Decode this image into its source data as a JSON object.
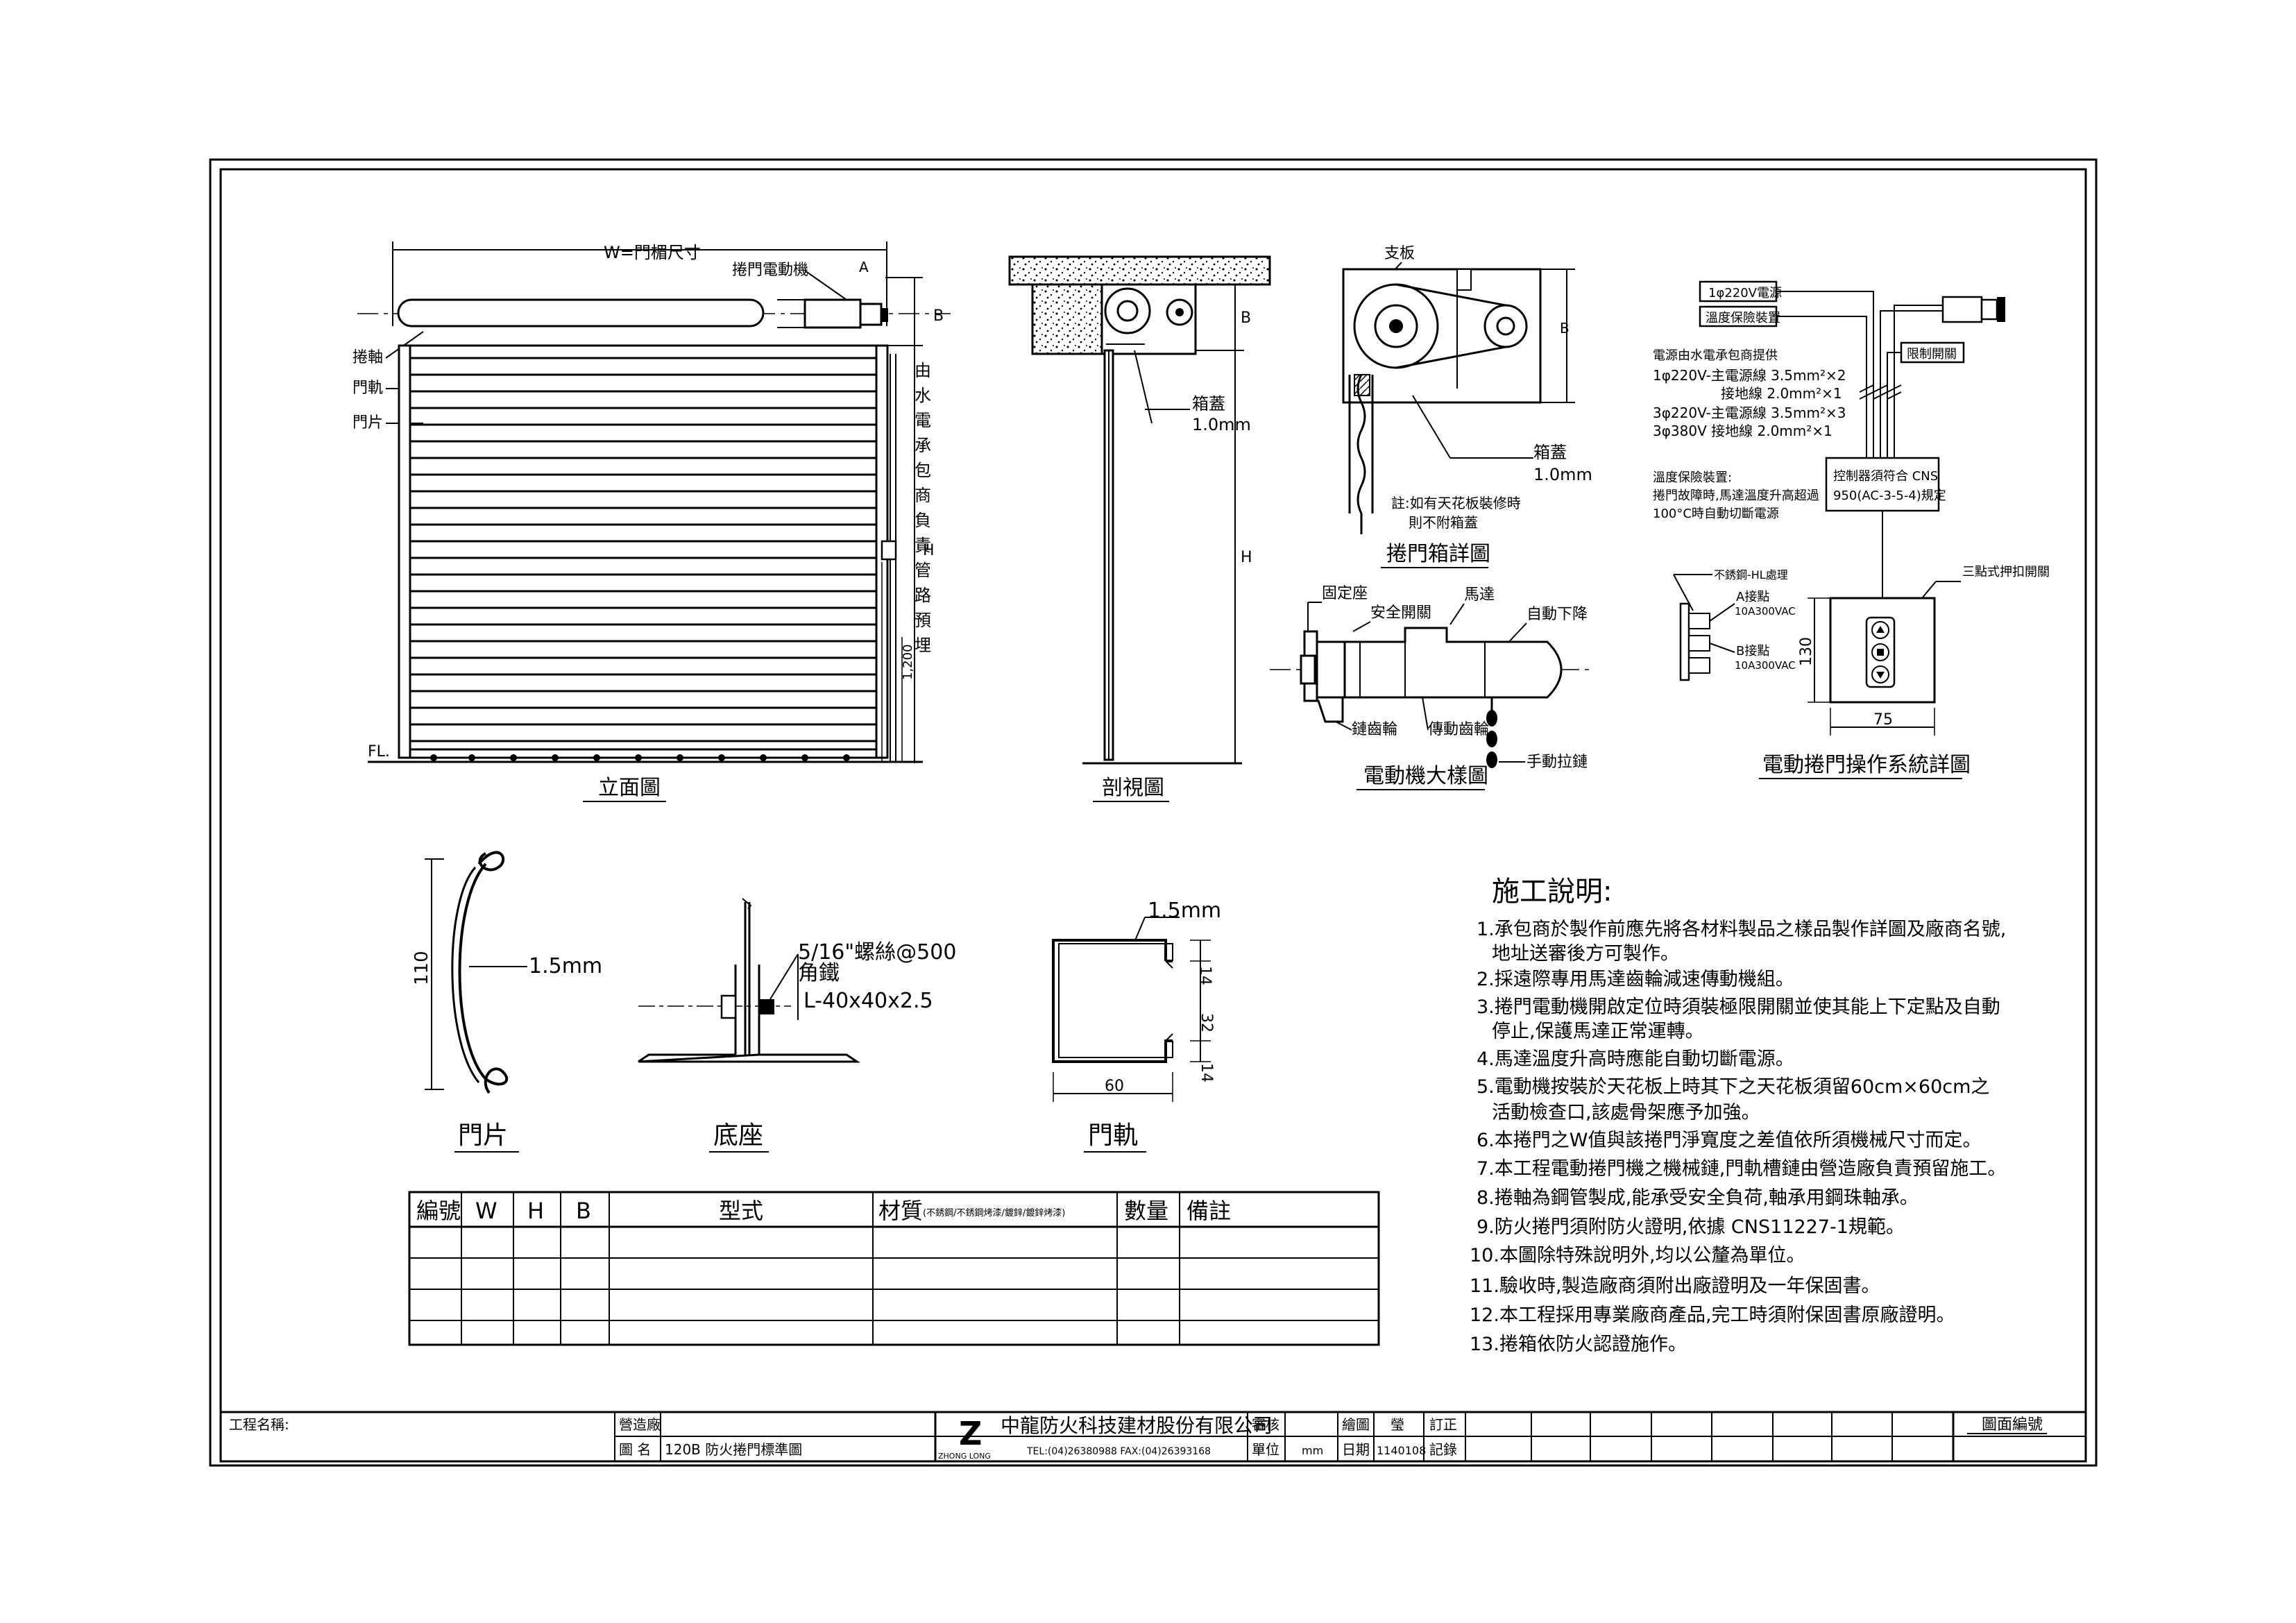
{
  "elevation": {
    "width_label": "W=門楣尺寸",
    "motor_label": "捲門電動機",
    "dim_a": "A",
    "dim_b": "B",
    "dim_h": "H",
    "shaft_label": "捲軸",
    "rail_label": "門軌",
    "slat_label": "門片",
    "fl_label": "FL.",
    "conduit_note": [
      "由",
      "水",
      "電",
      "承",
      "包",
      "商",
      "負",
      "責",
      "管",
      "路",
      "預",
      "埋"
    ],
    "dim_1200": "1,200",
    "title": "立面圖"
  },
  "section": {
    "dim_b": "B",
    "dim_h": "H",
    "cover_label": "箱蓋",
    "cover_thk": "1.0mm",
    "title": "剖視圖"
  },
  "box_detail": {
    "bracket_label": "支板",
    "dim_b": "B",
    "cover_label": "箱蓋",
    "cover_thk": "1.0mm",
    "note_line1": "註:如有天花板裝修時",
    "note_line2": "則不附箱蓋",
    "title": "捲門箱詳圖"
  },
  "motor_detail": {
    "fixed_seat": "固定座",
    "safety_switch": "安全開關",
    "motor": "馬達",
    "auto_descent": "自動下降",
    "sprocket": "鏈齒輪",
    "drive_gear": "傳動齒輪",
    "manual_chain": "手動拉鏈",
    "title": "電動機大樣圖"
  },
  "control_detail": {
    "power_1phase": "1φ220V電源",
    "temp_device": "溫度保險裝置",
    "limit_switch": "限制開關",
    "power_note": "電源由水電承包商提供",
    "spec_line1_a": "1φ220V-主電源線 3.5mm²×2",
    "spec_line1_b": "接地線 2.0mm²×1",
    "spec_line2_a": "3φ220V-主電源線 3.5mm²×3",
    "spec_line2_b": "3φ380V   接地線 2.0mm²×1",
    "temp_title": "溫度保險裝置:",
    "temp_line1": "捲門故障時,馬達溫度升高超過",
    "temp_line2": "100°C時自動切斷電源",
    "control_box_line1": "控制器須符合 CNS",
    "control_box_line2": "950(AC-3-5-4)規定",
    "stainless_label": "不銹鋼-HL處理",
    "contact_a": "A接點",
    "contact_a_rating": "10A300VAC",
    "contact_b": "B接點",
    "contact_b_rating": "10A300VAC",
    "three_switch": "三點式押扣開關",
    "dim_130": "130",
    "dim_75": "75",
    "title": "電動捲門操作系統詳圖"
  },
  "slat_detail": {
    "dim_110": "110",
    "thk": "1.5mm",
    "title": "門片"
  },
  "base_detail": {
    "screw": "5/16\"螺絲@500",
    "angle": "角鐵",
    "angle_spec": "L-40x40x2.5",
    "title": "底座"
  },
  "rail_detail": {
    "thk": "1.5mm",
    "dim_14a": "14",
    "dim_32": "32",
    "dim_14b": "14",
    "dim_60": "60",
    "title": "門軌"
  },
  "schedule": {
    "headers": [
      "編號",
      "W",
      "H",
      "B",
      "型式",
      "材質",
      "數量",
      "備註"
    ],
    "material_note": "(不銹鋼/不銹鋼烤漆/鍍鋅/鍍鋅烤漆)"
  },
  "notes": {
    "title": "施工說明:",
    "items": [
      "1.承包商於製作前應先將各材料製品之樣品製作詳圖及廠商名號,",
      "地址送審後方可製作。",
      "2.採遠際專用馬達齒輪減速傳動機組。",
      "3.捲門電動機開啟定位時須裝極限開關並使其能上下定點及自動",
      "停止,保護馬達正常運轉。",
      "4.馬達溫度升高時應能自動切斷電源。",
      "5.電動機按裝於天花板上時其下之天花板須留60cm×60cm之",
      "活動檢查口,該處骨架應予加強。",
      "6.本捲門之W值與該捲門淨寬度之差值依所須機械尺寸而定。",
      "7.本工程電動捲門機之機械鏈,門軌槽鏈由營造廠負責預留施工。",
      "8.捲軸為鋼管製成,能承受安全負荷,軸承用鋼珠軸承。",
      "9.防火捲門須附防火證明,依據 CNS11227-1規範。",
      "10.本圖除特殊說明外,均以公釐為單位。",
      "11.驗收時,製造廠商須附出廠證明及一年保固書。",
      "12.本工程採用專業廠商產品,完工時須附保固書原廠證明。",
      "13.捲箱依防火認證施作。"
    ]
  },
  "title_block": {
    "project_label": "工程名稱:",
    "contractor_label": "營造廠",
    "drawing_label": "圖 名",
    "drawing_name": "120B 防火捲門標準圖",
    "logo_letter": "Z",
    "logo_sub": "ZHONG LONG",
    "company": "中龍防火科技建材股份有限公司",
    "tel_fax": "TEL:(04)26380988  FAX:(04)26393168",
    "review_label": "審核",
    "unit_label": "單位",
    "unit_value": "mm",
    "drawn_label": "繪圖",
    "drawn_value": "瑩",
    "date_label": "日期",
    "date_value": "1140108",
    "revision_label1": "訂正",
    "revision_label2": "記錄",
    "sheet_no_label": "圖面編號"
  }
}
